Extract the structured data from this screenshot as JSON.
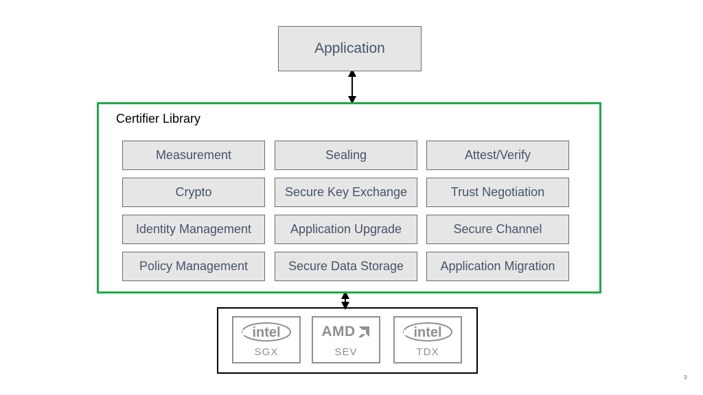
{
  "application": {
    "label": "Application"
  },
  "library": {
    "title": "Certifier Library",
    "modules": [
      [
        "Measurement",
        "Sealing",
        "Attest/Verify"
      ],
      [
        "Crypto",
        "Secure Key Exchange",
        "Trust Negotiation"
      ],
      [
        "Identity Management",
        "Application Upgrade",
        "Secure Channel"
      ],
      [
        "Policy Management",
        "Secure Data Storage",
        "Application Migration"
      ]
    ],
    "border_color": "#22a84a"
  },
  "hardware": [
    {
      "vendor": "intel",
      "tee": "SGX"
    },
    {
      "vendor": "AMD",
      "tee": "SEV"
    },
    {
      "vendor": "intel",
      "tee": "TDX"
    }
  ],
  "page_number": "3",
  "colors": {
    "module_fill": "#e7e6e6",
    "module_text": "#44546a",
    "logo_gray": "#8f8f8f"
  }
}
